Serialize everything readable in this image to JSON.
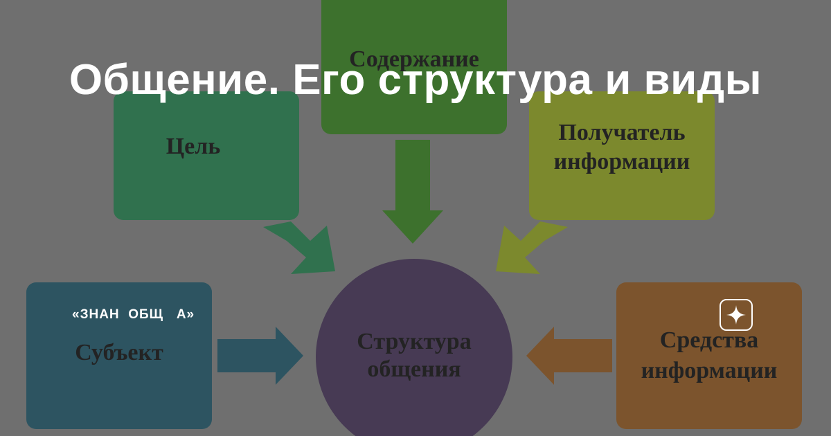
{
  "header": {
    "title": "Общение. Его структура и виды"
  },
  "watermark": {
    "text": "«ЗНАН  ОБЩ   А»"
  },
  "diagram": {
    "center": "Структура общения",
    "nodes": {
      "soderzhanie": "Содержание",
      "tsel": "Цель",
      "poluchatel_line1": "Получатель",
      "poluchatel_line2": "информации",
      "subekt": "Субъект",
      "sredstva_line1": "Средства",
      "sredstva_line2": "информации",
      "center_line1": "Структура",
      "center_line2": "общения"
    }
  },
  "colors": {
    "tsel": "#2e7d52",
    "soderzhanie": "#3e7d2a",
    "poluchatel": "#8a9a2a",
    "subekt": "#2a5a6a",
    "sredstva": "#8a5a2a",
    "center": "#4a3a5a",
    "overlay_background": "#7a7a7a"
  },
  "icons": {
    "badge": "sparkle-star-icon"
  }
}
